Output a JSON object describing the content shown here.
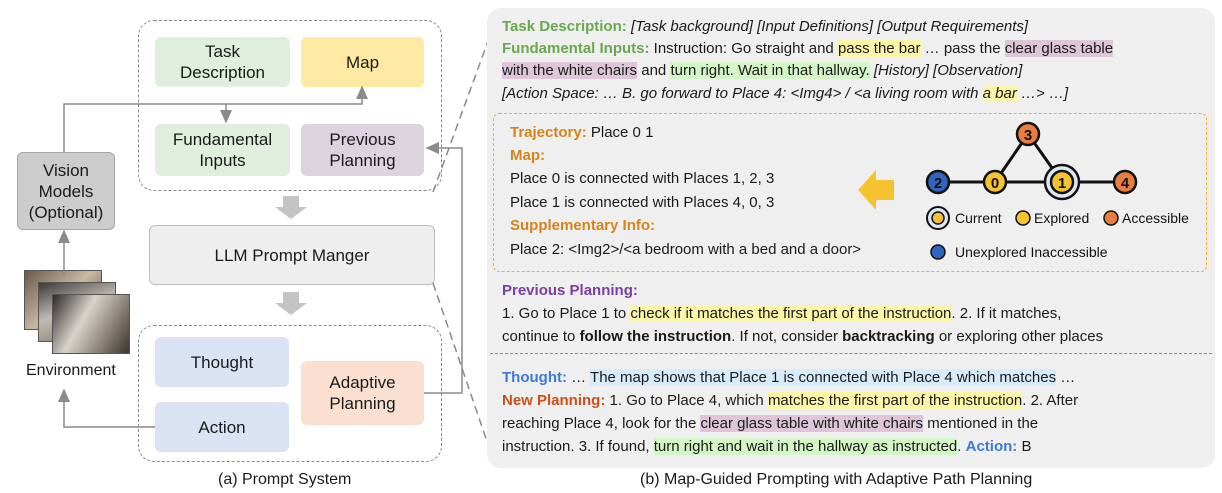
{
  "prompt_system": {
    "task_description": "Task\nDescription",
    "map": "Map",
    "fundamental_inputs": "Fundamental\nInputs",
    "previous_planning": "Previous\nPlanning",
    "llm_prompt_manager": "LLM Prompt Manger",
    "thought": "Thought",
    "action": "Action",
    "adaptive_planning": "Adaptive\nPlanning",
    "vision_models": "Vision\nModels\n(Optional)",
    "environment": "Environment",
    "caption": "(a) Prompt System"
  },
  "panel": {
    "task_desc_label": "Task Description:",
    "task_desc_text": "[Task background] [Input Definitions] [Output Requirements]",
    "fund_label": "Fundamental Inputs:",
    "fund_t1": "Instruction: Go straight and ",
    "fund_h1": "pass the bar",
    "fund_t2": " … pass the ",
    "fund_h2": "clear glass table",
    "fund_h3": "with the white chairs",
    "fund_t3": " and ",
    "fund_h4": "turn right. Wait in that hallway.",
    "fund_t4": "  [History] [Observation]",
    "action_space_t1": "[Action Space: … B. go forward to Place 4:  <Img4> / <a living room with ",
    "action_space_h1": "a bar",
    "action_space_t2": " …> …]",
    "traj_label": "Trajectory:",
    "traj_text": " Place 0 1",
    "map_label": "Map:",
    "map_line1": "Place 0 is connected with Places 1, 2, 3",
    "map_line2": "Place 1 is connected with Places 4, 0, 3",
    "supp_label": "Supplementary Info:",
    "supp_text": "Place 2: <Img2>/<a bedroom with a bed and a door>",
    "legend_current": "Current",
    "legend_explored": "Explored",
    "legend_accessible": "Accessible",
    "legend_unexplored": "Unexplored Inaccessible",
    "prev_label": "Previous Planning:",
    "prev_t1": "1. Go to Place 1 to ",
    "prev_h1": "check if it matches the first part of the instruction",
    "prev_t2": ".  2. If it matches,",
    "prev_t3": "continue to ",
    "prev_b1": "follow the instruction",
    "prev_t4": ". If not, consider ",
    "prev_b2": "backtracking",
    "prev_t5": " or exploring other places",
    "thought_label": "Thought:",
    "thought_t1": "  … ",
    "thought_h1": "The map shows that Place 1 is connected with Place 4 which matches",
    "thought_t2": " …",
    "newplan_label": "New Planning:",
    "np_t1": " 1. Go to Place 4, which ",
    "np_h1": "matches the first part of the instruction",
    "np_t2": ". 2. After",
    "np_t3": "reaching Place 4, look for the ",
    "np_h2": "clear glass table with white chairs",
    "np_t4": " mentioned in the",
    "np_t5": "instruction. 3. If found, ",
    "np_h3": "turn right and wait in the hallway as instructed",
    "np_t6": ". ",
    "action_label": "Action:",
    "action_val": " B",
    "caption": "(b) Map-Guided Prompting with Adaptive Path Planning"
  },
  "graph": {
    "nodes": [
      {
        "id": "3",
        "state": "accessible"
      },
      {
        "id": "2",
        "state": "unexplored"
      },
      {
        "id": "0",
        "state": "explored"
      },
      {
        "id": "1",
        "state": "current"
      },
      {
        "id": "4",
        "state": "accessible"
      }
    ]
  },
  "colors": {
    "task_box": "#dfeedd",
    "map_box": "#fde9a3",
    "prev_box": "#dcd3df",
    "thought_box": "#d9e3f4",
    "adaptive_box": "#fbe0d2",
    "vision_box": "#cccccc",
    "explored": "#f5c330",
    "accessible": "#e87d3e",
    "unexplored": "#2f64c0"
  }
}
